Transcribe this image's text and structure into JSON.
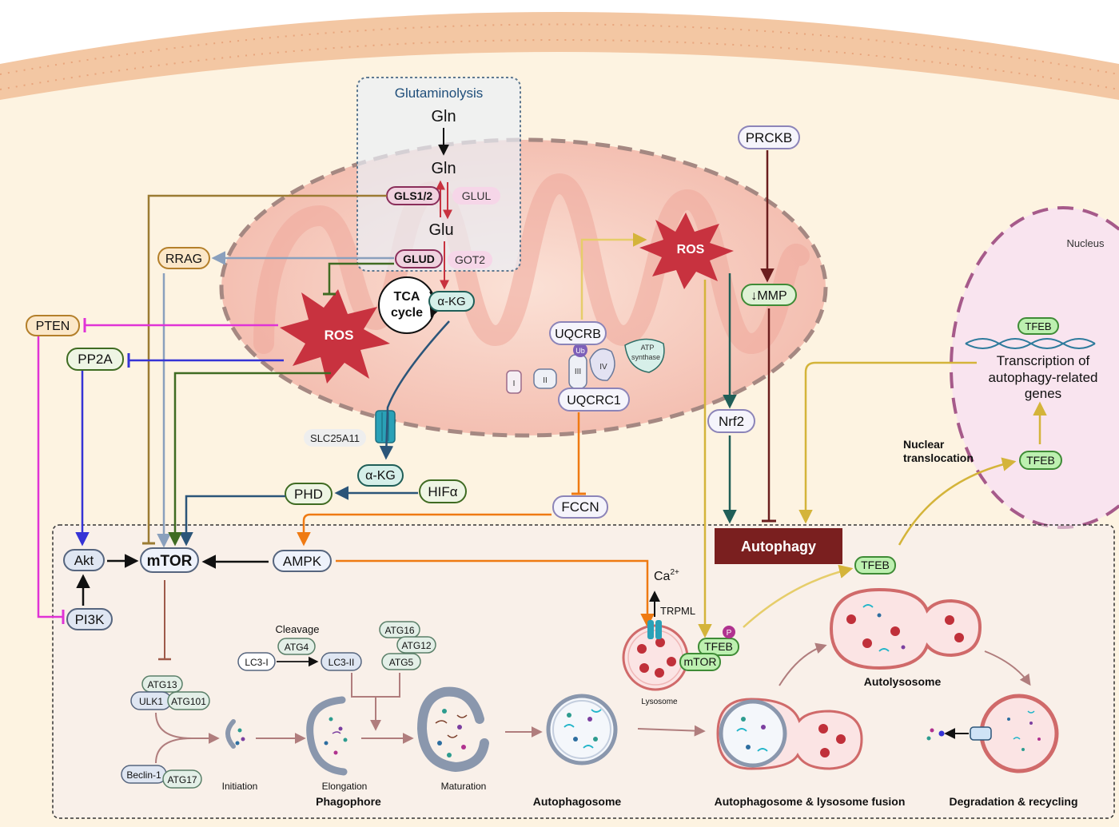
{
  "glutaminolysis": {
    "title": "Glutaminolysis",
    "gln_outer": "Gln",
    "gln_inner": "Gln",
    "glu": "Glu",
    "gls": "GLS1/2",
    "glul": "GLUL",
    "glud": "GLUD",
    "got2": "GOT2"
  },
  "mito": {
    "tca_line1": "TCA",
    "tca_line2": "cycle",
    "akg_inner": "α-KG",
    "ros_left": "ROS",
    "ros_right": "ROS",
    "uqcrb": "UQCRB",
    "uqcrc1": "UQCRC1",
    "complex_I": "I",
    "complex_II": "II",
    "complex_III": "III",
    "complex_IV": "IV",
    "ub": "Ub",
    "atp_synthase_line1": "ATP",
    "atp_synthase_line2": "synthase",
    "slc": "SLC25A11"
  },
  "nodes": {
    "rrag": "RRAG",
    "pten": "PTEN",
    "pp2a": "PP2A",
    "akg_outer": "α-KG",
    "phd": "PHD",
    "hifa": "HIFα",
    "fccn": "FCCN",
    "prckb": "PRCKB",
    "mmp": "↓MMP",
    "nrf2": "Nrf2",
    "autophagy": "Autophagy",
    "akt": "Akt",
    "mtor": "mTOR",
    "pi3k": "PI3K",
    "ampk": "AMPK"
  },
  "nucleus": {
    "label": "Nucleus",
    "tfeb_dna": "TFEB",
    "transcription_line1": "Transcription of",
    "transcription_line2": "autophagy-related",
    "transcription_line3": "genes",
    "tfeb_in": "TFEB",
    "nuclear_line1": "Nuclear",
    "nuclear_line2": "translocation"
  },
  "lysosome": {
    "ca": "Ca",
    "ca_sup": "2+",
    "trpml": "TRPML",
    "tfeb": "TFEB",
    "p": "P",
    "mtor": "mTOR",
    "label": "Lysosome",
    "tfeb_free": "TFEB"
  },
  "atg": {
    "cleavage": "Cleavage",
    "atg4": "ATG4",
    "lc3i": "LC3-I",
    "lc3ii": "LC3-II",
    "atg16": "ATG16",
    "atg12": "ATG12",
    "atg5": "ATG5",
    "atg13": "ATG13",
    "ulk1": "ULK1",
    "atg101": "ATG101",
    "beclin": "Beclin-1",
    "atg17": "ATG17"
  },
  "stages": {
    "initiation": "Initiation",
    "elongation": "Elongation",
    "phagophore": "Phagophore",
    "maturation": "Maturation",
    "autophagosome": "Autophagosome",
    "fusion": "Autophagosome & lysosome fusion",
    "autolysosome": "Autolysosome",
    "degradation": "Degradation & recycling"
  },
  "colors": {
    "membrane": "#f3c7a3",
    "cytoplasm": "#fdf3e1",
    "mito_fill": "#f6c9bb",
    "ros": "#c8323f",
    "nucleus_fill": "#f9e4ef",
    "autophagy": "#7a1f1f",
    "gold": "#d4b43a",
    "teal": "#1f5e57",
    "magenta": "#e033d6",
    "blue": "#3533d6",
    "green": "#3f6b22",
    "orange": "#ef7a12",
    "navy": "#2b5579"
  }
}
